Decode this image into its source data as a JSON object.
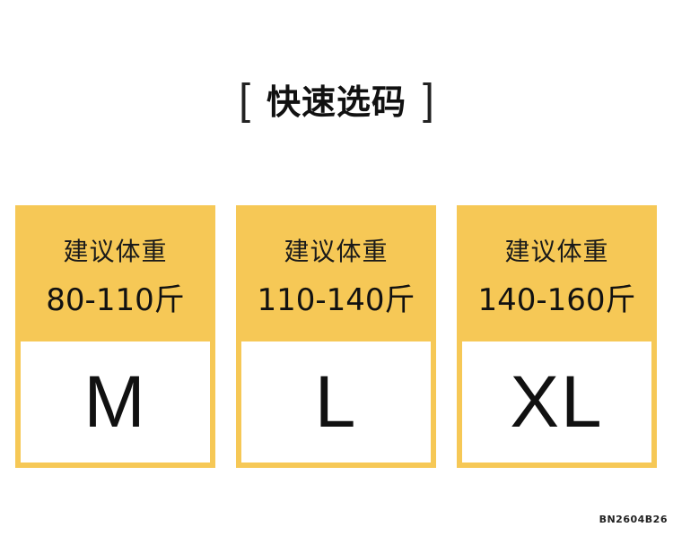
{
  "title": {
    "left_bracket": "[",
    "text": "快速选码",
    "right_bracket": "]"
  },
  "cards": [
    {
      "label": "建议体重",
      "weight": "80-110斤",
      "size": "M"
    },
    {
      "label": "建议体重",
      "weight": "110-140斤",
      "size": "L"
    },
    {
      "label": "建议体重",
      "weight": "140-160斤",
      "size": "XL"
    }
  ],
  "code": "BN2604B26",
  "colors": {
    "accent": "#f6c856",
    "text": "#111111",
    "background": "#ffffff"
  }
}
